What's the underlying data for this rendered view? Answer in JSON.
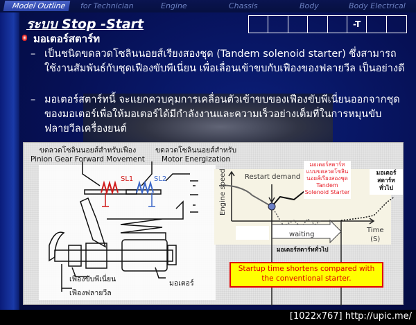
{
  "nav": {
    "items": [
      "Model Outline",
      "for Technician",
      "Engine",
      "Chassis",
      "Body",
      "Body Electrical"
    ],
    "active": "Model Outline"
  },
  "title": "ระบบ Stop -Start",
  "boxes": [
    "",
    "",
    "",
    "",
    "",
    "-T",
    "",
    ""
  ],
  "heading": "มอเตอร์สตาร์ท",
  "points": [
    "เป็นชนิดขดลวดโซลินนอยส์เรียงสองชุด (Tandem solenoid starter) ซึ่งสามารถใช้งานสัมพันธ์กับชุดเฟืองขับพีเนี่ยน เพื่อเลื่อนเข้าขบกับเฟืองของฟลายวีล เป็นอย่างดี",
    "มอเตอร์สตาร์ทนี้ จะแยกควบคุมการเคลื่อนตัวเข้าขบของเฟืองขับพีเนี่ยนออกจากชุดของมอเตอร์เพื่อให้มอเตอร์ได้มีกำลังงานและความเร็วอย่างเต็มที่ในการหมุนขับฟลายวีลเครื่องยนต์"
  ],
  "diagram": {
    "sl1_label_th": "ขดลวดโซลินนอยส์สำหรับเฟือง",
    "sl1_label_en": "Pinion Gear Forward Movement",
    "sl2_label_th": "ขดลวดโซลินนอยส์สำหรับ",
    "sl2_label_en": "Motor Energization",
    "sl1": "SL1",
    "sl2": "SL2",
    "pinion": "เฟืองขับพีเนี่ยน",
    "flywheel": "เฟืองฟลายวีล",
    "motor": "มอเตอร์"
  },
  "graph": {
    "ylabel": "Engine speed",
    "xlabel": "Time\n(S)",
    "restart": "Restart demand",
    "tandem_note": "มอเตอร์สตาร์ท\nแบบขดลวดโซลิน\nนอยส์เรียงสองชุด\nTandem\nSolenoid Starter",
    "conv_note": "มอเตอร์\nสตาร์ท\nทั่วไป",
    "waiting": "waiting",
    "below": "มอเตอร์สตาร์ททั่วไป",
    "callout": "Startup time shortens compared with the conventional starter.",
    "colors": {
      "tandem": "#e8202a",
      "callout_bg": "#ffff00",
      "callout_border": "#e00000",
      "sl1": "#d01818",
      "sl2": "#3a66c8"
    }
  },
  "watermark": "[1022x767] http://upic.me/"
}
